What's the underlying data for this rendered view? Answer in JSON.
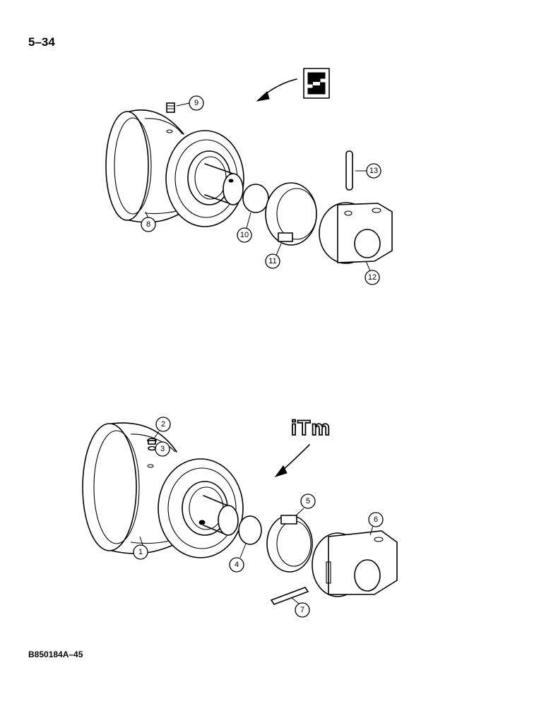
{
  "page": {
    "page_number": "5–34",
    "document_code": "B850184A–45"
  },
  "diagram": {
    "upper_assembly": {
      "callouts": [
        "9",
        "13",
        "8",
        "10",
        "11",
        "12"
      ]
    },
    "lower_assembly": {
      "logo_text": "iTm",
      "callouts": [
        "2",
        "3",
        "5",
        "6",
        "1",
        "4",
        "7"
      ]
    }
  }
}
